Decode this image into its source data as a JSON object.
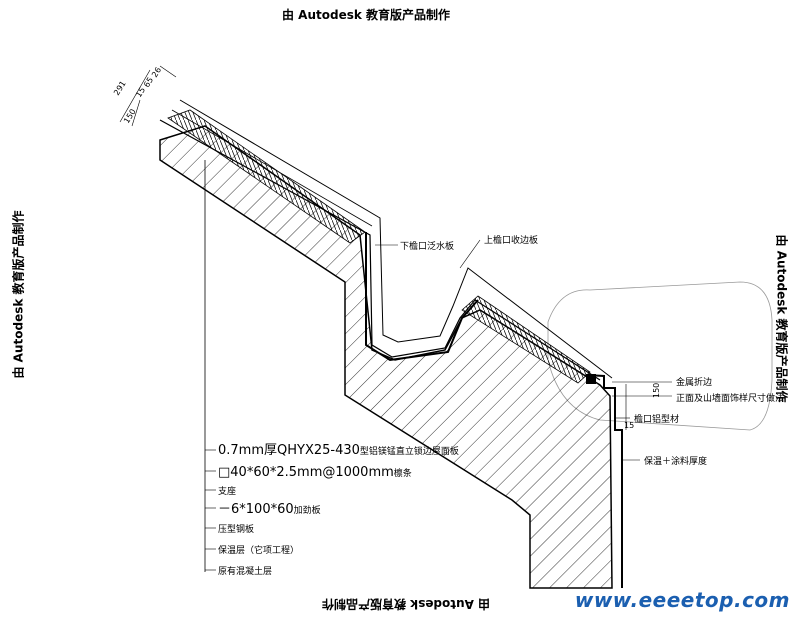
{
  "watermark": {
    "top": "由 Autodesk 教育版产品制作",
    "bottom": "由 Autodesk 教育版产品制作",
    "left": "由 Autodesk 教育版产品制作",
    "right": "由 Autodesk 教育版产品制作"
  },
  "site_mark": "www.eeeetop.com",
  "dimensions": {
    "d291": "291",
    "d150": "150",
    "d15": "15",
    "d65": "65",
    "d26": "26",
    "r150": "150",
    "r15": "15"
  },
  "callouts": {
    "lower_flashing": "下檐口泛水板",
    "upper_flashing": "上檐口收边板",
    "metal_trim": "金属折边",
    "facade_note": "正面及山墙面饰样尺寸做法",
    "eave_profile": "檐口铝型材",
    "insulation_coating": "保温＋涂料厚度"
  },
  "layers": [
    {
      "main": "0.7mm厚QHYX25-430",
      "suffix": "型铝镁锰直立锁边屋面板"
    },
    {
      "main": "□40*60*2.5mm@1000mm",
      "suffix": "檩条"
    },
    {
      "main": "",
      "suffix": "支座"
    },
    {
      "main": "－6*100*60",
      "suffix": "加劲板"
    },
    {
      "main": "",
      "suffix": "压型钢板"
    },
    {
      "main": "",
      "suffix": "保温层（它项工程）"
    },
    {
      "main": "",
      "suffix": "原有混凝土层"
    }
  ]
}
